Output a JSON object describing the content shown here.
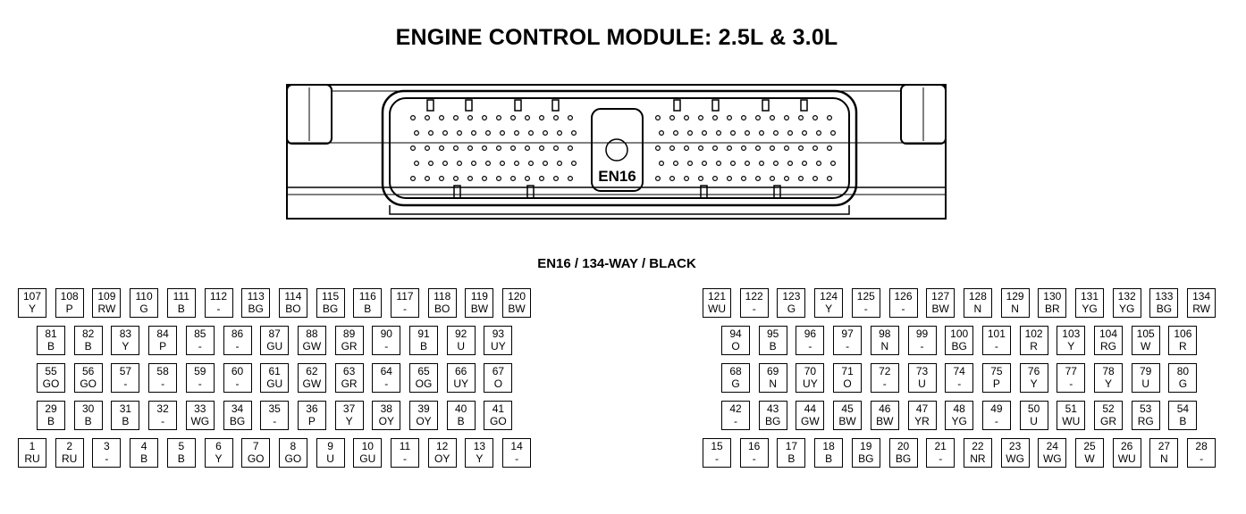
{
  "title": "ENGINE CONTROL MODULE: 2.5L & 3.0L",
  "connector_id": "EN16",
  "subtitle": "EN16 / 134-WAY / BLACK",
  "pins": [
    {
      "n": "107",
      "c": "Y"
    },
    {
      "n": "108",
      "c": "P"
    },
    {
      "n": "109",
      "c": "RW"
    },
    {
      "n": "110",
      "c": "G"
    },
    {
      "n": "111",
      "c": "B"
    },
    {
      "n": "112",
      "c": "-"
    },
    {
      "n": "113",
      "c": "BG"
    },
    {
      "n": "114",
      "c": "BO"
    },
    {
      "n": "115",
      "c": "BG"
    },
    {
      "n": "116",
      "c": "B"
    },
    {
      "n": "117",
      "c": "-"
    },
    {
      "n": "118",
      "c": "BO"
    },
    {
      "n": "119",
      "c": "BW"
    },
    {
      "n": "120",
      "c": "BW"
    },
    {
      "n": "81",
      "c": "B"
    },
    {
      "n": "82",
      "c": "B"
    },
    {
      "n": "83",
      "c": "Y"
    },
    {
      "n": "84",
      "c": "P"
    },
    {
      "n": "85",
      "c": "-"
    },
    {
      "n": "86",
      "c": "-"
    },
    {
      "n": "87",
      "c": "GU"
    },
    {
      "n": "88",
      "c": "GW"
    },
    {
      "n": "89",
      "c": "GR"
    },
    {
      "n": "90",
      "c": "-"
    },
    {
      "n": "91",
      "c": "B"
    },
    {
      "n": "92",
      "c": "U"
    },
    {
      "n": "93",
      "c": "UY"
    },
    {
      "n": "55",
      "c": "GO"
    },
    {
      "n": "56",
      "c": "GO"
    },
    {
      "n": "57",
      "c": "-"
    },
    {
      "n": "58",
      "c": "-"
    },
    {
      "n": "59",
      "c": "-"
    },
    {
      "n": "60",
      "c": "-"
    },
    {
      "n": "61",
      "c": "GU"
    },
    {
      "n": "62",
      "c": "GW"
    },
    {
      "n": "63",
      "c": "GR"
    },
    {
      "n": "64",
      "c": "-"
    },
    {
      "n": "65",
      "c": "OG"
    },
    {
      "n": "66",
      "c": "UY"
    },
    {
      "n": "67",
      "c": "O"
    },
    {
      "n": "29",
      "c": "B"
    },
    {
      "n": "30",
      "c": "B"
    },
    {
      "n": "31",
      "c": "B"
    },
    {
      "n": "32",
      "c": "-"
    },
    {
      "n": "33",
      "c": "WG"
    },
    {
      "n": "34",
      "c": "BG"
    },
    {
      "n": "35",
      "c": "-"
    },
    {
      "n": "36",
      "c": "P"
    },
    {
      "n": "37",
      "c": "Y"
    },
    {
      "n": "38",
      "c": "OY"
    },
    {
      "n": "39",
      "c": "OY"
    },
    {
      "n": "40",
      "c": "B"
    },
    {
      "n": "41",
      "c": "GO"
    },
    {
      "n": "1",
      "c": "RU"
    },
    {
      "n": "2",
      "c": "RU"
    },
    {
      "n": "3",
      "c": "-"
    },
    {
      "n": "4",
      "c": "B"
    },
    {
      "n": "5",
      "c": "B"
    },
    {
      "n": "6",
      "c": "Y"
    },
    {
      "n": "7",
      "c": "GO"
    },
    {
      "n": "8",
      "c": "GO"
    },
    {
      "n": "9",
      "c": "U"
    },
    {
      "n": "10",
      "c": "GU"
    },
    {
      "n": "11",
      "c": "-"
    },
    {
      "n": "12",
      "c": "OY"
    },
    {
      "n": "13",
      "c": "Y"
    },
    {
      "n": "14",
      "c": "-"
    },
    {
      "n": "121",
      "c": "WU"
    },
    {
      "n": "122",
      "c": "-"
    },
    {
      "n": "123",
      "c": "G"
    },
    {
      "n": "124",
      "c": "Y"
    },
    {
      "n": "125",
      "c": "-"
    },
    {
      "n": "126",
      "c": "-"
    },
    {
      "n": "127",
      "c": "BW"
    },
    {
      "n": "128",
      "c": "N"
    },
    {
      "n": "129",
      "c": "N"
    },
    {
      "n": "130",
      "c": "BR"
    },
    {
      "n": "131",
      "c": "YG"
    },
    {
      "n": "132",
      "c": "YG"
    },
    {
      "n": "133",
      "c": "BG"
    },
    {
      "n": "134",
      "c": "RW"
    },
    {
      "n": "94",
      "c": "O"
    },
    {
      "n": "95",
      "c": "B"
    },
    {
      "n": "96",
      "c": "-"
    },
    {
      "n": "97",
      "c": "-"
    },
    {
      "n": "98",
      "c": "N"
    },
    {
      "n": "99",
      "c": "-"
    },
    {
      "n": "100",
      "c": "BG"
    },
    {
      "n": "101",
      "c": "-"
    },
    {
      "n": "102",
      "c": "R"
    },
    {
      "n": "103",
      "c": "Y"
    },
    {
      "n": "104",
      "c": "RG"
    },
    {
      "n": "105",
      "c": "W"
    },
    {
      "n": "106",
      "c": "R"
    },
    {
      "n": "68",
      "c": "G"
    },
    {
      "n": "69",
      "c": "N"
    },
    {
      "n": "70",
      "c": "UY"
    },
    {
      "n": "71",
      "c": "O"
    },
    {
      "n": "72",
      "c": "-"
    },
    {
      "n": "73",
      "c": "U"
    },
    {
      "n": "74",
      "c": "-"
    },
    {
      "n": "75",
      "c": "P"
    },
    {
      "n": "76",
      "c": "Y"
    },
    {
      "n": "77",
      "c": "-"
    },
    {
      "n": "78",
      "c": "Y"
    },
    {
      "n": "79",
      "c": "U"
    },
    {
      "n": "80",
      "c": "G"
    },
    {
      "n": "42",
      "c": "-"
    },
    {
      "n": "43",
      "c": "BG"
    },
    {
      "n": "44",
      "c": "GW"
    },
    {
      "n": "45",
      "c": "BW"
    },
    {
      "n": "46",
      "c": "BW"
    },
    {
      "n": "47",
      "c": "YR"
    },
    {
      "n": "48",
      "c": "YG"
    },
    {
      "n": "49",
      "c": "-"
    },
    {
      "n": "50",
      "c": "U"
    },
    {
      "n": "51",
      "c": "WU"
    },
    {
      "n": "52",
      "c": "GR"
    },
    {
      "n": "53",
      "c": "RG"
    },
    {
      "n": "54",
      "c": "B"
    },
    {
      "n": "15",
      "c": "-"
    },
    {
      "n": "16",
      "c": "-"
    },
    {
      "n": "17",
      "c": "B"
    },
    {
      "n": "18",
      "c": "B"
    },
    {
      "n": "19",
      "c": "BG"
    },
    {
      "n": "20",
      "c": "BG"
    },
    {
      "n": "21",
      "c": "-"
    },
    {
      "n": "22",
      "c": "NR"
    },
    {
      "n": "23",
      "c": "WG"
    },
    {
      "n": "24",
      "c": "WG"
    },
    {
      "n": "25",
      "c": "W"
    },
    {
      "n": "26",
      "c": "WU"
    },
    {
      "n": "27",
      "c": "N"
    },
    {
      "n": "28",
      "c": "-"
    }
  ]
}
